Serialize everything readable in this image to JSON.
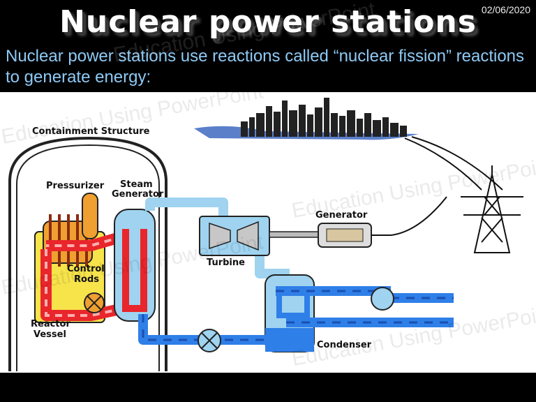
{
  "slide": {
    "title": "Nuclear power stations",
    "date": "02/06/2020",
    "subtitle": "Nuclear power stations use reactions called “nuclear fission” reactions to generate energy:"
  },
  "diagram": {
    "labels": {
      "containment": "Containment Structure",
      "pressurizer": "Pressurizer",
      "steam_generator_1": "Steam",
      "steam_generator_2": "Generator",
      "control_rods_1": "Control",
      "control_rods_2": "Rods",
      "reactor_vessel_1": "Reactor",
      "reactor_vessel_2": "Vessel",
      "turbine": "Turbine",
      "generator": "Generator",
      "condenser": "Condenser"
    },
    "watermark": "Education Using PowerPoint"
  },
  "colors": {
    "hot_loop": "#e8262b",
    "cool_loop": "#2f7fe8",
    "light_blue": "#9fd3f0",
    "yellow": "#f7e34a",
    "orange": "#f0a030"
  }
}
